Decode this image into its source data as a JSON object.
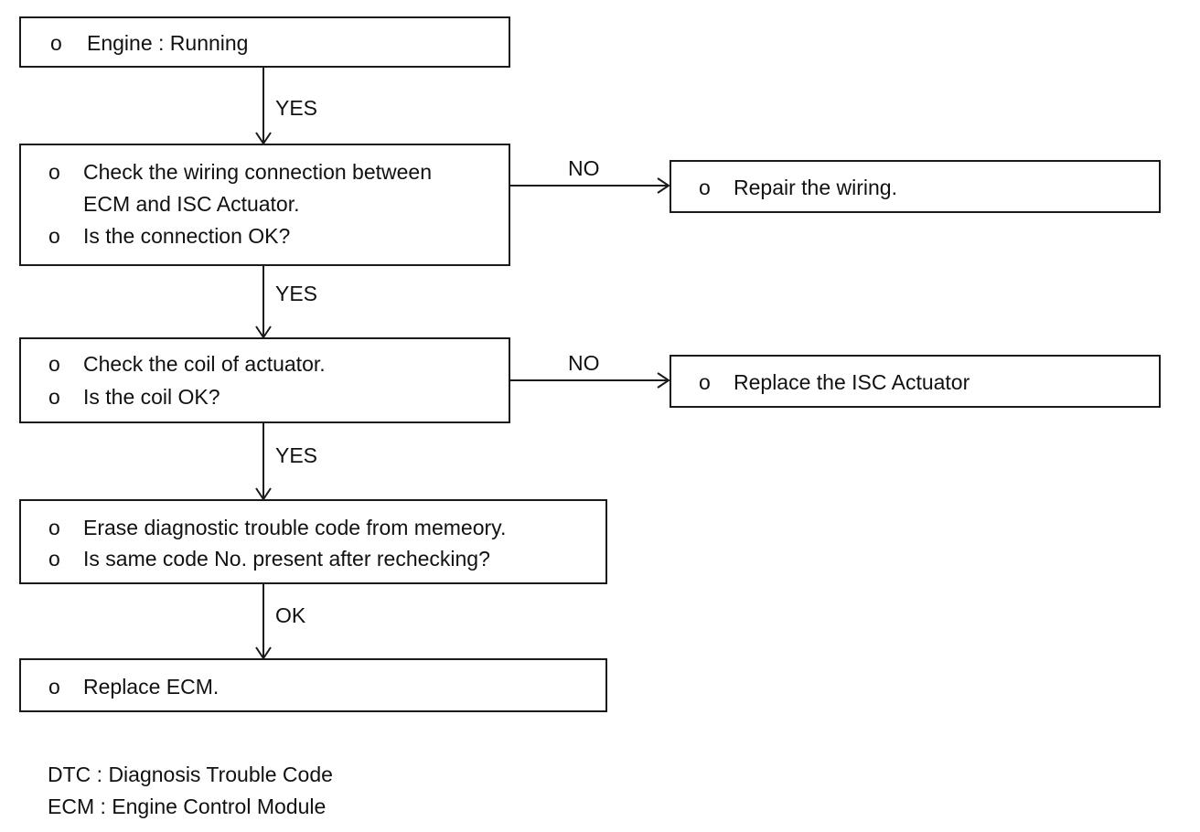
{
  "bullet": "o",
  "boxes": {
    "engine": {
      "lines": [
        "Engine : Running"
      ]
    },
    "wiring_check": {
      "lines": [
        "Check the wiring connection between",
        "ECM and ISC Actuator.",
        "Is the connection OK?"
      ]
    },
    "repair_wiring": {
      "lines": [
        "Repair the wiring."
      ]
    },
    "coil_check": {
      "lines": [
        "Check the coil of actuator.",
        "Is the coil OK?"
      ]
    },
    "replace_isc": {
      "lines": [
        "Replace the ISC Actuator"
      ]
    },
    "erase_dtc": {
      "lines": [
        "Erase diagnostic trouble code from memeory.",
        "Is same code No. present after rechecking?"
      ]
    },
    "replace_ecm": {
      "lines": [
        "Replace ECM."
      ]
    }
  },
  "edges": {
    "engine_to_wiring": "YES",
    "wiring_to_repair": "NO",
    "wiring_to_coil": "YES",
    "coil_to_replace_isc": "NO",
    "coil_to_erase": "YES",
    "erase_to_replace_ecm": "OK"
  },
  "legend": [
    "DTC : Diagnosis Trouble Code",
    "ECM : Engine Control Module"
  ]
}
